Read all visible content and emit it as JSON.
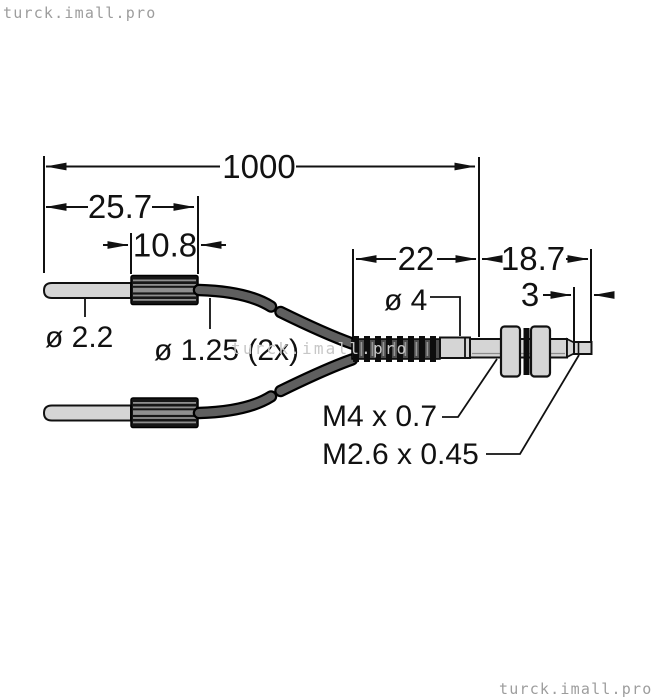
{
  "watermarks": {
    "top_left": "turck.imall.pro",
    "center": "turck.imall.pro",
    "bottom_right": "turck.imall.pro"
  },
  "drawing": {
    "dimensions": {
      "overall_length": "1000",
      "sensing_tip_assembly_length": "25.7",
      "tip_connector_length": "10.8",
      "housing_length": "22",
      "rear_section_length": "18.7",
      "end_tip_length": "3"
    },
    "labels": {
      "sensing_tip_diameter": "ø 2.2",
      "fiber_diameter": "ø 1.25 (2x)",
      "housing_diameter": "ø 4",
      "housing_thread": "M4 x 0.7",
      "end_thread": "M2.6 x 0.45"
    },
    "colors": {
      "line": "#111111",
      "metal_fill": "#d5d5d5",
      "cable_fill": "#5f5f5f",
      "connector_fill": "#161616",
      "strain_relief_fill": "#4d4d4d",
      "watermark_gray": "#9d9d9d",
      "watermark_light": "#c7c7c7"
    }
  }
}
